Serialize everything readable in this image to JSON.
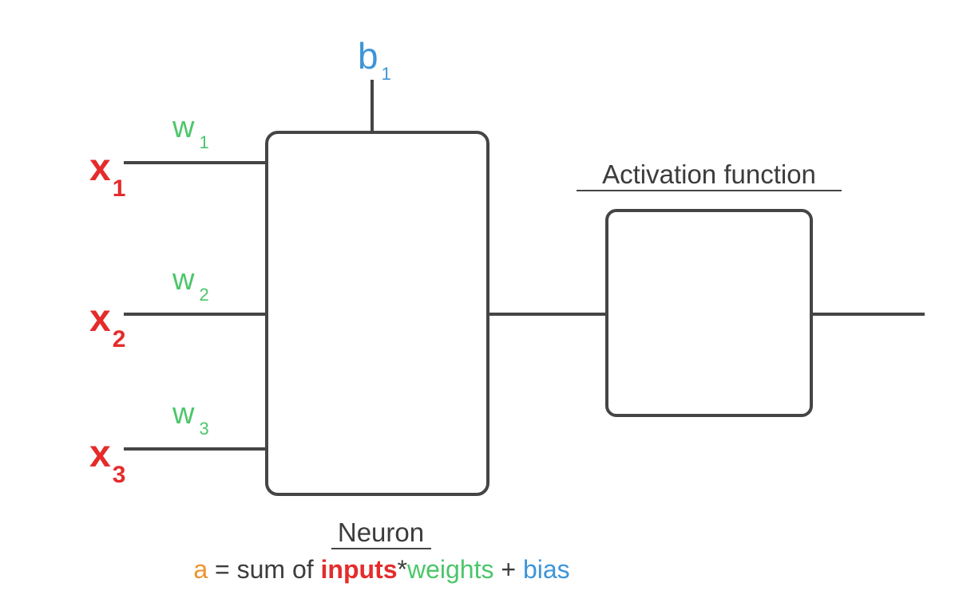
{
  "inputs": [
    {
      "symbol": "x",
      "sub": "1"
    },
    {
      "symbol": "x",
      "sub": "2"
    },
    {
      "symbol": "x",
      "sub": "3"
    }
  ],
  "weights": [
    {
      "symbol": "w",
      "sub": "1"
    },
    {
      "symbol": "w",
      "sub": "2"
    },
    {
      "symbol": "w",
      "sub": "3"
    }
  ],
  "bias": {
    "symbol": "b",
    "sub": "1"
  },
  "neuron": {
    "label": "Neuron"
  },
  "activation": {
    "label": "Activation function"
  },
  "formula": {
    "a": "a",
    "eq": " = sum of ",
    "inputs": "inputs",
    "star": "*",
    "weights": "weights",
    "plus": " + ",
    "bias": "bias"
  },
  "colors": {
    "input": "#e52b2b",
    "weight": "#4cc66a",
    "bias": "#3d95d8",
    "output_a": "#f0912d",
    "line": "#454545",
    "text": "#3c3c3c"
  }
}
